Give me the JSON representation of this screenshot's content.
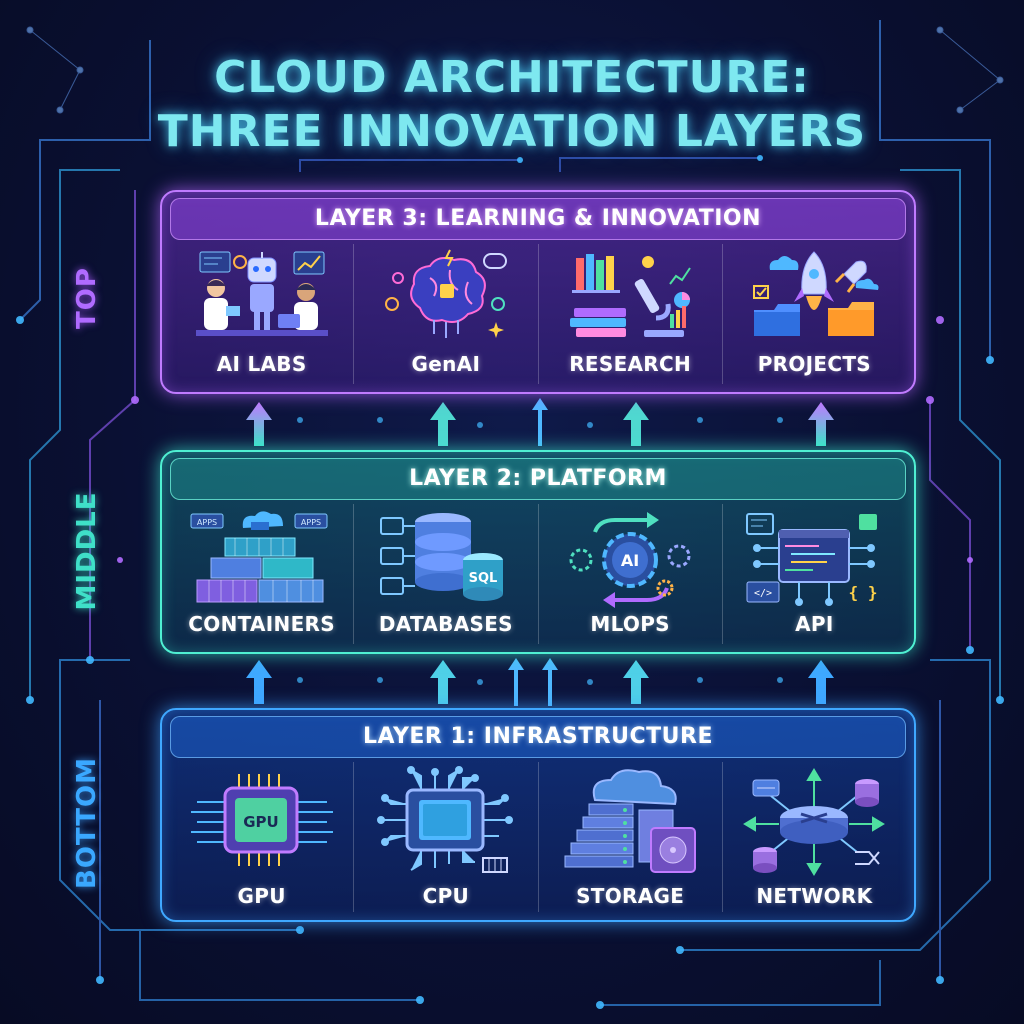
{
  "title": {
    "line1": "CLOUD ARCHITECTURE:",
    "line2": "THREE INNOVATION LAYERS"
  },
  "side_labels": {
    "top": "TOP",
    "middle": "MIDDLE",
    "bottom": "BOTTOM"
  },
  "layers": {
    "layer3": {
      "title": "LAYER 3: LEARNING & INNOVATION",
      "items": [
        {
          "label": "AI LABS",
          "icon": "ai-lab-icon"
        },
        {
          "label": "GenAI",
          "icon": "brain-icon"
        },
        {
          "label": "RESEARCH",
          "icon": "microscope-icon"
        },
        {
          "label": "PROJECTS",
          "icon": "rocket-icon"
        }
      ]
    },
    "layer2": {
      "title": "LAYER 2: PLATFORM",
      "items": [
        {
          "label": "CONTAINERS",
          "icon": "containers-icon",
          "badges": [
            "APPS",
            "APPS"
          ]
        },
        {
          "label": "DATABASES",
          "icon": "database-icon",
          "badge": "SQL"
        },
        {
          "label": "MLOPS",
          "icon": "mlops-icon",
          "badge": "AI"
        },
        {
          "label": "API",
          "icon": "api-icon",
          "badges": [
            "</>",
            "{ }"
          ]
        }
      ]
    },
    "layer1": {
      "title": "LAYER 1: INFRASTRUCTURE",
      "items": [
        {
          "label": "GPU",
          "icon": "gpu-chip-icon",
          "badge": "GPU"
        },
        {
          "label": "CPU",
          "icon": "cpu-chip-icon"
        },
        {
          "label": "STORAGE",
          "icon": "storage-icon"
        },
        {
          "label": "NETWORK",
          "icon": "network-icon"
        }
      ]
    }
  },
  "colors": {
    "top": "#b06bff",
    "middle": "#3fe0c8",
    "bottom": "#3aa8ff",
    "title": "#7ee8f0"
  }
}
